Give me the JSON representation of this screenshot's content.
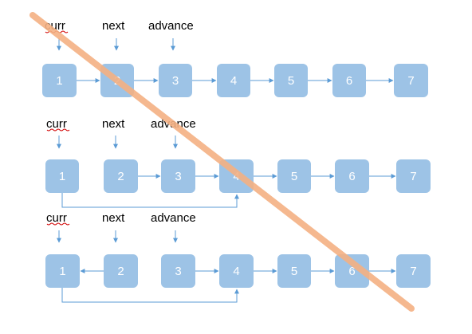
{
  "colors": {
    "node_fill": "#9dc3e6",
    "node_text": "#ffffff",
    "arrow": "#5b9bd5",
    "strike": "#f4b183",
    "spell_underline": "#d00000"
  },
  "rows": [
    {
      "labels": {
        "curr": "curr",
        "next": "next",
        "advance": "advance"
      },
      "nodes": [
        "1",
        "2",
        "3",
        "4",
        "5",
        "6",
        "7"
      ]
    },
    {
      "labels": {
        "curr": "curr",
        "next": "next",
        "advance": "advance"
      },
      "nodes": [
        "1",
        "2",
        "3",
        "4",
        "5",
        "6",
        "7"
      ]
    },
    {
      "labels": {
        "curr": "curr",
        "next": "next",
        "advance": "advance"
      },
      "nodes": [
        "1",
        "2",
        "3",
        "4",
        "5",
        "6",
        "7"
      ]
    }
  ]
}
